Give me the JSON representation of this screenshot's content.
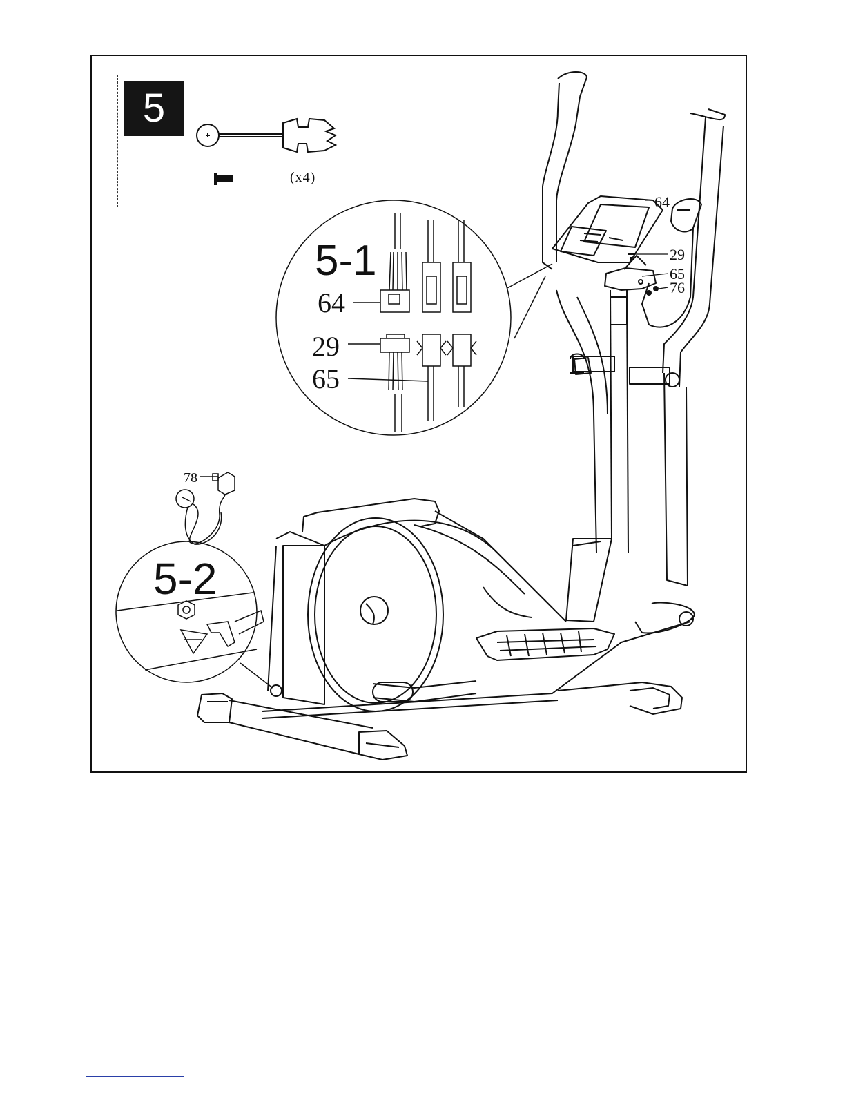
{
  "step": {
    "number": "5",
    "quantity": "(x4)"
  },
  "detail_5_1": {
    "title": "5-1",
    "labels": [
      "64",
      "29",
      "65"
    ]
  },
  "detail_5_2": {
    "title": "5-2"
  },
  "callouts": {
    "console": "64",
    "screw": "29",
    "cable": "65",
    "washer": "76",
    "adapter": "78"
  },
  "icons": [
    "allen-key-screwdriver-icon",
    "screw-icon",
    "power-adapter-icon",
    "elliptical-trainer-illustration"
  ]
}
